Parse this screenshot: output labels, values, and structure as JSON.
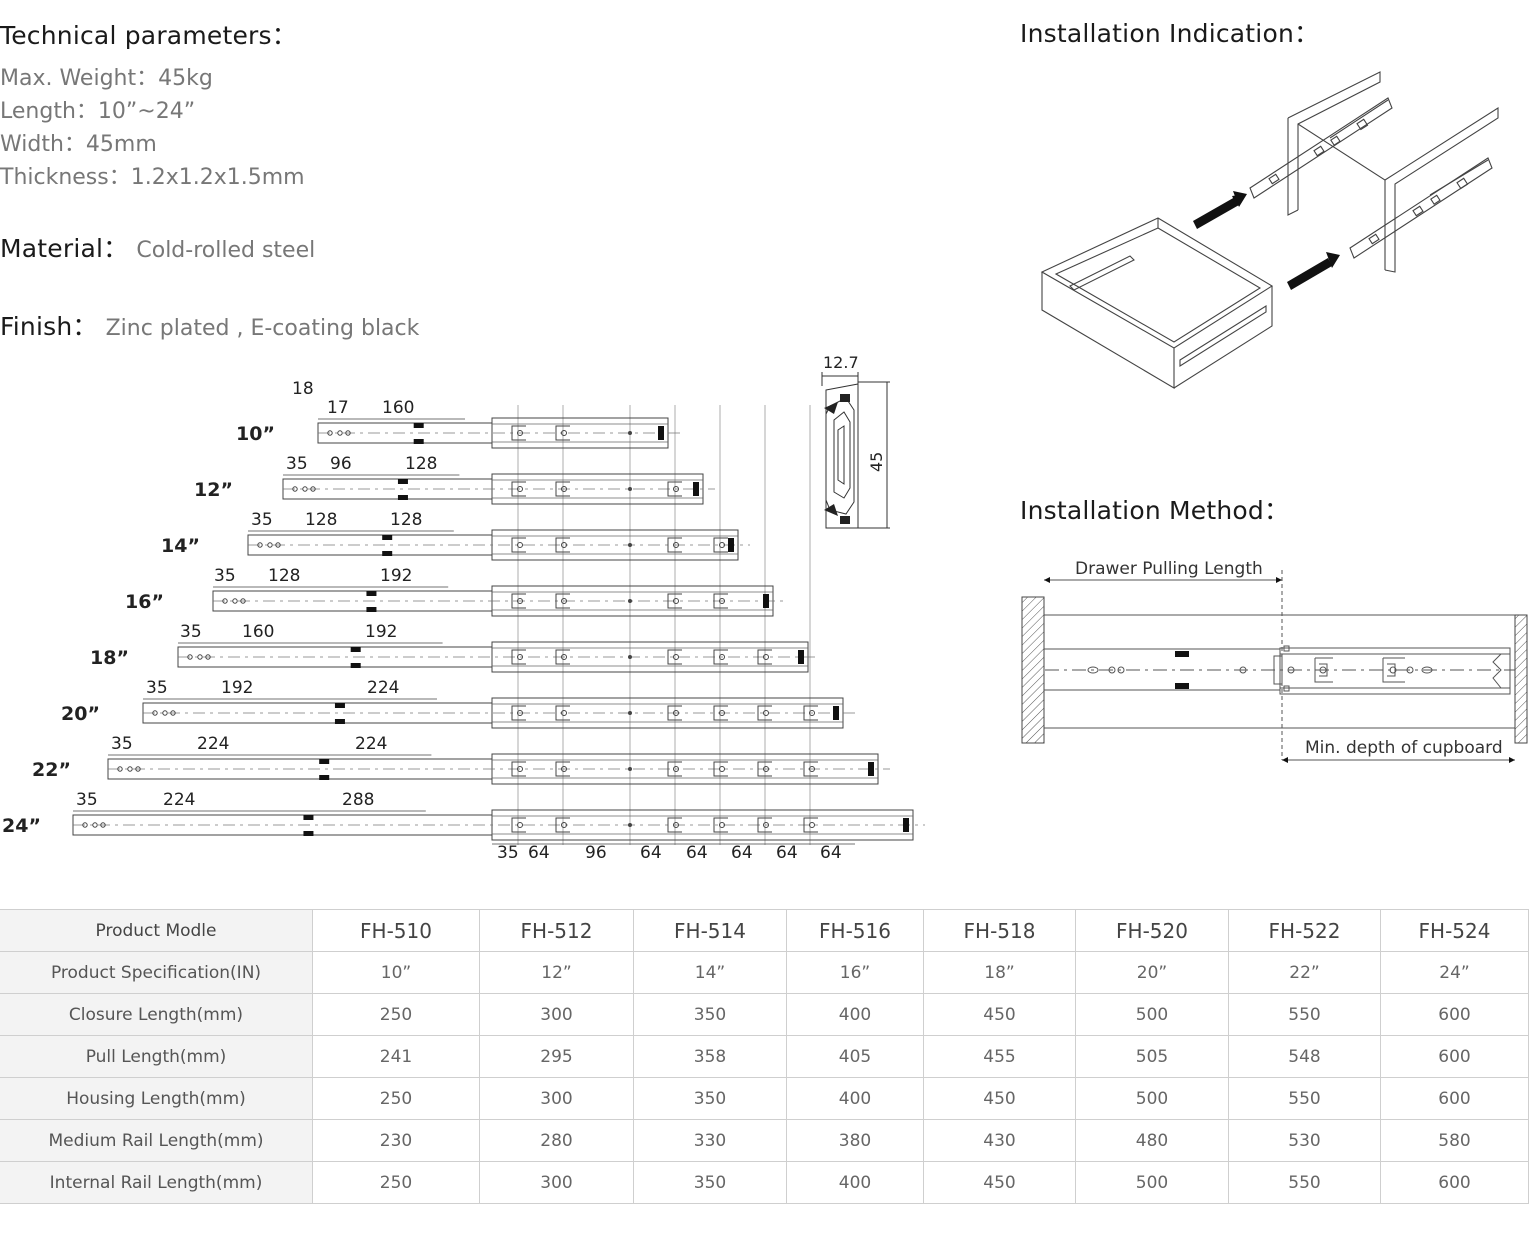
{
  "technical": {
    "heading": "Technical parameters：",
    "items": [
      {
        "label": "Max. Weight：",
        "value": "45kg"
      },
      {
        "label": "Length：",
        "value": "10”~24”"
      },
      {
        "label": "Width：",
        "value": "45mm"
      },
      {
        "label": "Thickness：",
        "value": "1.2x1.2x1.5mm"
      }
    ]
  },
  "material": {
    "label": "Material：",
    "value": "Cold-rolled steel"
  },
  "finish": {
    "label": "Finish：",
    "value": "Zinc plated , E-coating black"
  },
  "installation_indication": {
    "heading": "Installation Indication："
  },
  "installation_method": {
    "heading": "Installation Method：",
    "drawer_pulling_length": "Drawer Pulling Length",
    "min_depth": "Min. depth of cupboard"
  },
  "profile": {
    "width": "12.7",
    "height": "45"
  },
  "rail_drawing": {
    "sizes": [
      {
        "label": "10”",
        "dims": [
          "18",
          "17",
          "160"
        ]
      },
      {
        "label": "12”",
        "dims": [
          "35",
          "96",
          "128"
        ]
      },
      {
        "label": "14”",
        "dims": [
          "35",
          "128",
          "128"
        ]
      },
      {
        "label": "16”",
        "dims": [
          "35",
          "128",
          "192"
        ]
      },
      {
        "label": "18”",
        "dims": [
          "35",
          "160",
          "192"
        ]
      },
      {
        "label": "20”",
        "dims": [
          "35",
          "192",
          "224"
        ]
      },
      {
        "label": "22”",
        "dims": [
          "35",
          "224",
          "224"
        ]
      },
      {
        "label": "24”",
        "dims": [
          "35",
          "224",
          "288"
        ]
      }
    ],
    "bottom_dims": [
      "35",
      "64",
      "96",
      "64",
      "64",
      "64",
      "64",
      "64"
    ]
  },
  "table": {
    "columns": [
      "Product Modle",
      "FH-510",
      "FH-512",
      "FH-514",
      "FH-516",
      "FH-518",
      "FH-520",
      "FH-522",
      "FH-524"
    ],
    "rows": [
      {
        "label": "Product Specification(IN)",
        "values": [
          "10”",
          "12”",
          "14”",
          "16”",
          "18”",
          "20”",
          "22”",
          "24”"
        ]
      },
      {
        "label": "Closure Length(mm)",
        "values": [
          "250",
          "300",
          "350",
          "400",
          "450",
          "500",
          "550",
          "600"
        ]
      },
      {
        "label": "Pull Length(mm)",
        "values": [
          "241",
          "295",
          "358",
          "405",
          "455",
          "505",
          "548",
          "600"
        ]
      },
      {
        "label": "Housing Length(mm)",
        "values": [
          "250",
          "300",
          "350",
          "400",
          "450",
          "500",
          "550",
          "600"
        ]
      },
      {
        "label": "Medium Rail Length(mm)",
        "values": [
          "230",
          "280",
          "330",
          "380",
          "430",
          "480",
          "530",
          "580"
        ]
      },
      {
        "label": "Internal Rail Length(mm)",
        "values": [
          "250",
          "300",
          "350",
          "400",
          "450",
          "500",
          "550",
          "600"
        ]
      }
    ]
  }
}
